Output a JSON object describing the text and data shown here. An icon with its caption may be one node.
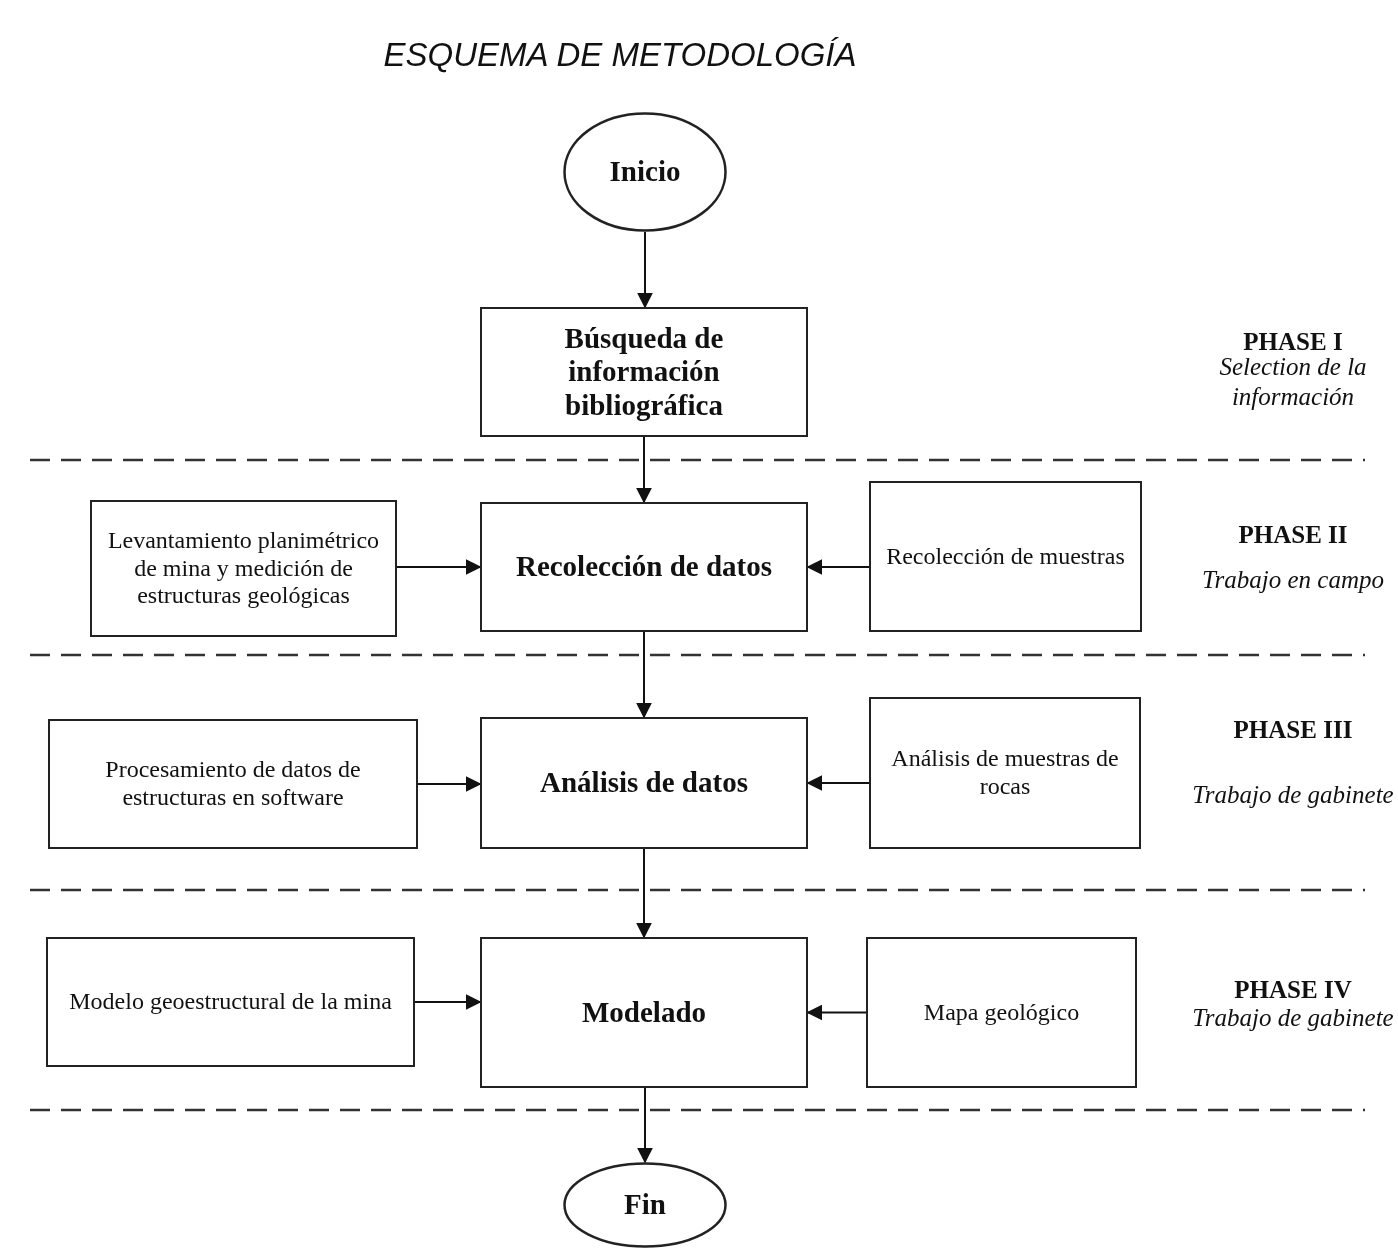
{
  "diagram": {
    "title": "ESQUEMA DE METODOLOGÍA",
    "nodes": [
      {
        "text": [
          "Inicio"
        ]
      },
      {
        "text": [
          "Búsqueda de información bibliográfica"
        ]
      },
      {
        "text": [
          "Levantamiento planimétrico de mina y medición de estructuras geológicas"
        ]
      },
      {
        "text": [
          "Recolección de datos"
        ]
      },
      {
        "text": [
          "Recolección de muestras"
        ]
      },
      {
        "text": [
          "Procesamiento de datos de estructuras en software"
        ]
      },
      {
        "text": [
          "Análisis de datos"
        ]
      },
      {
        "text": [
          "Análisis de muestras de rocas"
        ]
      },
      {
        "text": [
          "Modelo geoestructural de la mina"
        ]
      },
      {
        "text": [
          "Modelado"
        ]
      },
      {
        "text": [
          "Mapa geológico"
        ]
      },
      {
        "text": [
          "Fin"
        ]
      }
    ],
    "edges": [
      {
        "from": 0,
        "to": 1,
        "arrow": "to"
      },
      {
        "from": 1,
        "to": 3,
        "arrow": "to"
      },
      {
        "from": 2,
        "to": 3,
        "arrow": "to"
      },
      {
        "from": 4,
        "to": 3,
        "arrow": "to"
      },
      {
        "from": 3,
        "to": 6,
        "arrow": "to"
      },
      {
        "from": 5,
        "to": 6,
        "arrow": "to"
      },
      {
        "from": 7,
        "to": 6,
        "arrow": "to"
      },
      {
        "from": 6,
        "to": 9,
        "arrow": "to"
      },
      {
        "from": 8,
        "to": 9,
        "arrow": "to"
      },
      {
        "from": 10,
        "to": 9,
        "arrow": "to"
      },
      {
        "from": 9,
        "to": 11,
        "arrow": "to"
      }
    ],
    "labels": [
      "PHASE I",
      "Selection de la información",
      "PHASE II",
      "Trabajo en campo",
      "PHASE III",
      "Trabajo de gabinete",
      "PHASE IV",
      "Trabajo de gabinete"
    ]
  }
}
